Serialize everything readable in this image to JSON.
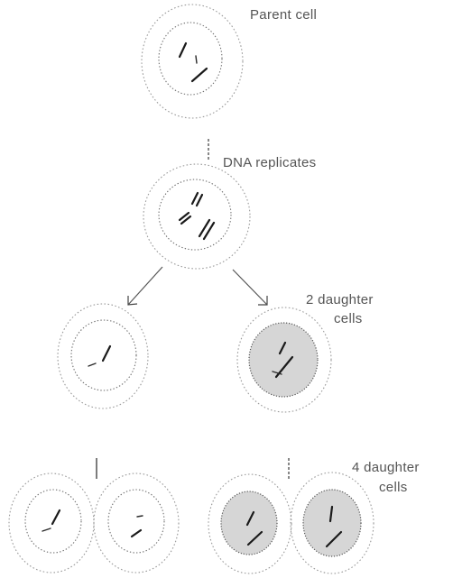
{
  "labels": {
    "parent_cell": "Parent cell",
    "dna_replicates": "DNA replicates",
    "two_daughter_line1": "2 daughter",
    "two_daughter_line2": "cells",
    "four_daughter_line1": "4 daughter",
    "four_daughter_line2": "cells"
  }
}
